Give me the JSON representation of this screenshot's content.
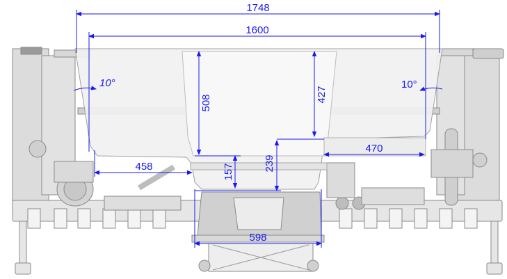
{
  "drawing": {
    "line_color": "#1a1aee",
    "body_fill": "#eeeeee",
    "frame_color": "#8a8a8a"
  },
  "dimensions": {
    "overall_width": "1748",
    "inner_width": "1600",
    "depth_left": "508",
    "depth_right": "427",
    "step_width": "470",
    "side_offset": "458",
    "step_height": "157",
    "seat_height": "239",
    "base_width": "598",
    "angle_left": "10°",
    "angle_right": "10°"
  }
}
